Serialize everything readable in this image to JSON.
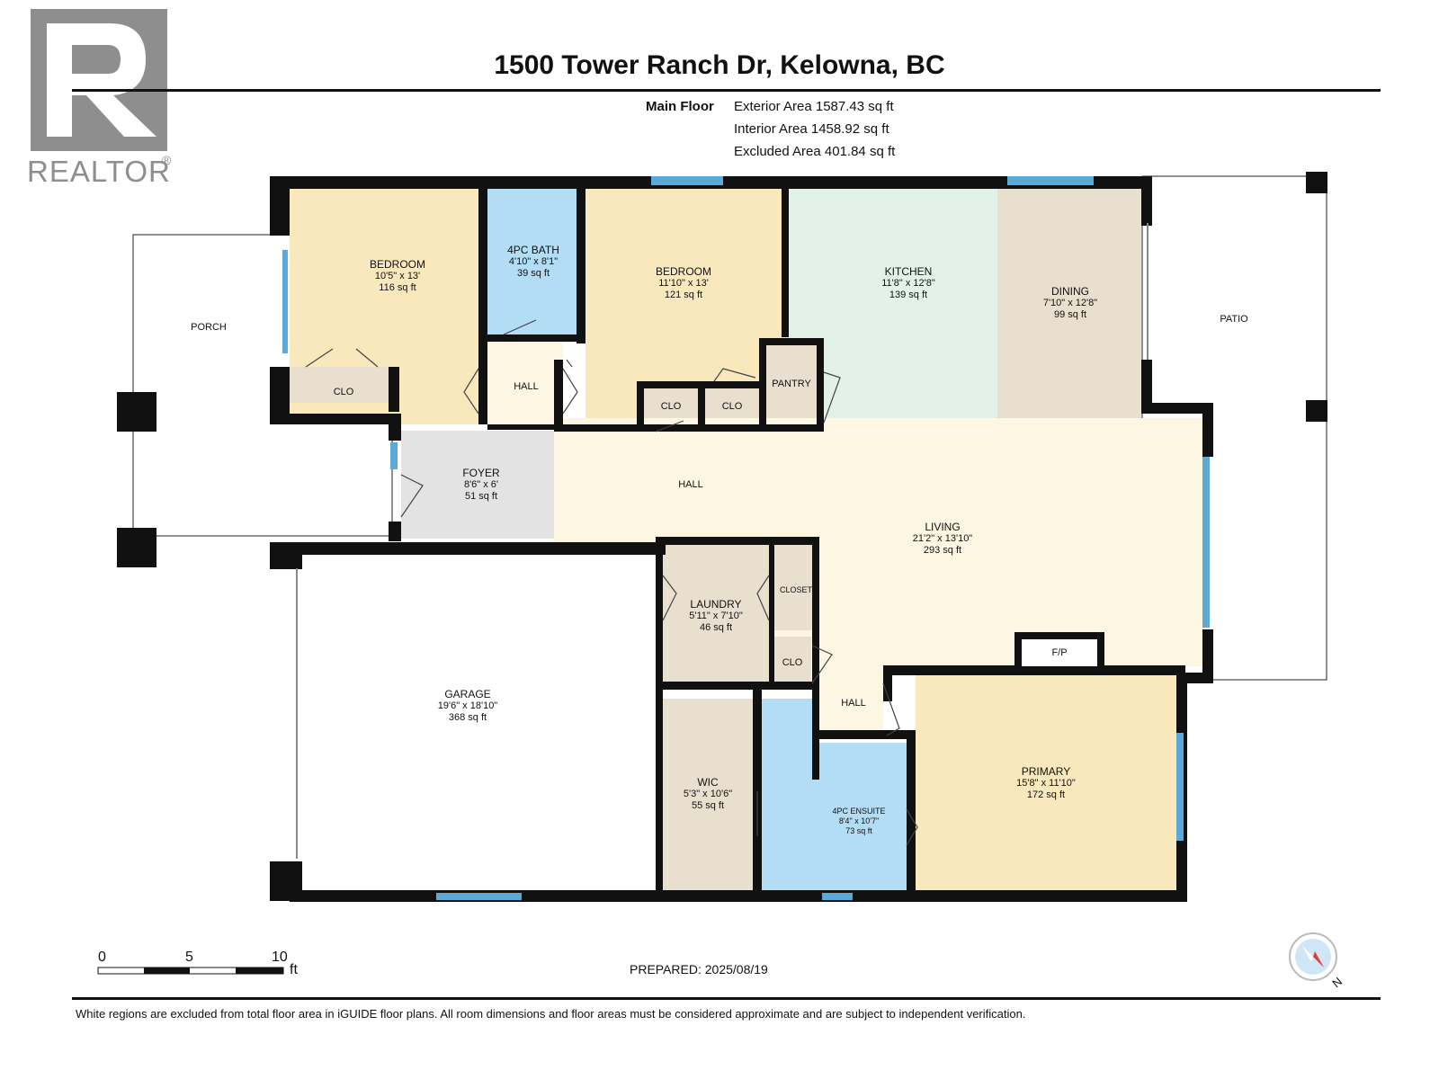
{
  "title": "1500 Tower Ranch Dr, Kelowna, BC",
  "brand": "REALTOR",
  "floor": {
    "name": "Main Floor",
    "exterior_area": "Exterior Area 1587.43 sq ft",
    "interior_area": "Interior Area 1458.92 sq ft",
    "excluded_area": "Excluded Area 401.84 sq ft"
  },
  "rooms": [
    {
      "id": "bedroom-1",
      "name": "BEDROOM",
      "dims": "10'5\" x 13'",
      "area": "116 sq ft",
      "color": "#f9e8bb"
    },
    {
      "id": "bath",
      "name": "4PC BATH",
      "dims": "4'10\" x 8'1\"",
      "area": "39 sq ft",
      "color": "#b3dcf5"
    },
    {
      "id": "bedroom-2",
      "name": "BEDROOM",
      "dims": "11'10\" x 13'",
      "area": "121 sq ft",
      "color": "#f9e8bb"
    },
    {
      "id": "kitchen",
      "name": "KITCHEN",
      "dims": "11'8\" x 12'8\"",
      "area": "139 sq ft",
      "color": "#e2f2e8"
    },
    {
      "id": "dining",
      "name": "DINING",
      "dims": "7'10\" x 12'8\"",
      "area": "99 sq ft",
      "color": "#e8dfcf"
    },
    {
      "id": "foyer",
      "name": "FOYER",
      "dims": "8'6\" x 6'",
      "area": "51 sq ft",
      "color": "#e3e3e3"
    },
    {
      "id": "living",
      "name": "LIVING",
      "dims": "21'2\" x 13'10\"",
      "area": "293 sq ft",
      "color": "#fdf6e3"
    },
    {
      "id": "laundry",
      "name": "LAUNDRY",
      "dims": "5'11\" x 7'10\"",
      "area": "46 sq ft",
      "color": "#e8dfcf"
    },
    {
      "id": "garage",
      "name": "GARAGE",
      "dims": "19'6\" x 18'10\"",
      "area": "368 sq ft",
      "color": "#ffffff"
    },
    {
      "id": "wic",
      "name": "WIC",
      "dims": "5'3\" x 10'6\"",
      "area": "55 sq ft",
      "color": "#e8dfcf"
    },
    {
      "id": "ensuite",
      "name": "4PC ENSUITE",
      "dims": "8'4\" x 10'7\"",
      "area": "73 sq ft",
      "color": "#b3dcf5"
    },
    {
      "id": "primary",
      "name": "PRIMARY",
      "dims": "15'8\" x 11'10\"",
      "area": "172 sq ft",
      "color": "#f9e8bb"
    }
  ],
  "simple_labels": {
    "porch": "PORCH",
    "patio": "PATIO",
    "clo_bed1": "CLO",
    "hall_top": "HALL",
    "clo_a": "CLO",
    "clo_b": "CLO",
    "pantry": "PANTRY",
    "hall_mid": "HALL",
    "closet": "CLOSET",
    "clo_c": "CLO",
    "hall_low": "HALL",
    "fp": "F/P"
  },
  "scale": {
    "t0": "0",
    "t5": "5",
    "t10": "10",
    "unit": "ft"
  },
  "compass": {
    "label": "N"
  },
  "prepared": "PREPARED: 2025/08/19",
  "footnote": "White regions are excluded from total floor area in iGUIDE floor plans. All room dimensions and floor areas must be considered approximate and are subject to independent verification."
}
